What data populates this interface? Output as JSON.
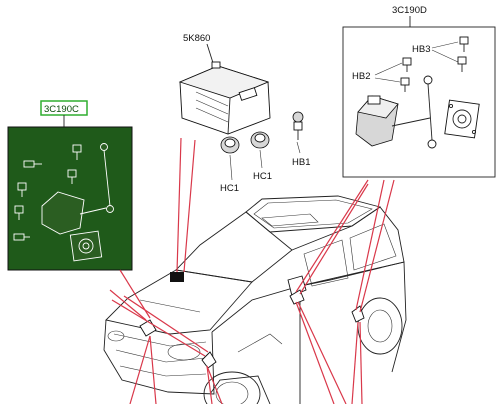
{
  "callouts": {
    "sk860": "5K860",
    "c3c190d": "3C190D",
    "c3c190c": "3C190C",
    "hb3": "HB3",
    "hb2": "HB2",
    "hb1": "HB1",
    "hc1_left": "HC1",
    "hc1_right": "HC1"
  },
  "colors": {
    "selected_panel_fill": "#1f5a1a",
    "selected_label_border": "#2fae2f",
    "leader_line": "#d9384a"
  },
  "selected_callout": "3C190C"
}
